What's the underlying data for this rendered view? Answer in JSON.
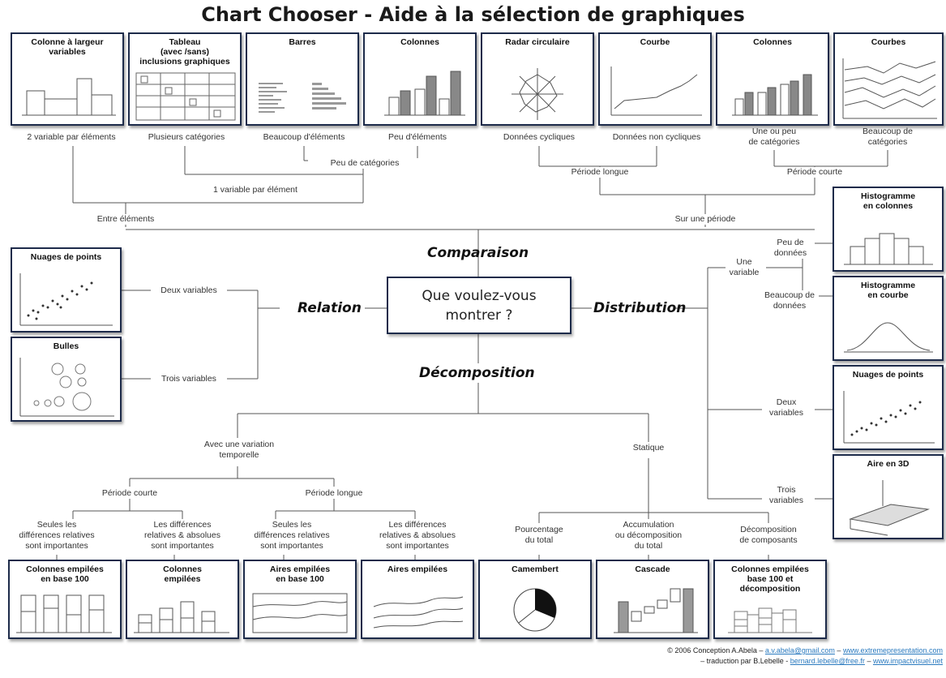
{
  "title": "Chart Chooser  - Aide à la sélection de graphiques",
  "center": {
    "line1": "Que voulez-vous",
    "line2": "montrer ?"
  },
  "hubs": {
    "comparison": "Comparaison",
    "relation": "Relation",
    "distribution": "Distribution",
    "composition": "Décomposition"
  },
  "top_cards": {
    "c1": "Colonne à largeur variables",
    "c2a": "Tableau",
    "c2b": "(avec /sans)",
    "c2c": "inclusions graphiques",
    "c3": "Barres",
    "c4": "Colonnes",
    "c5": "Radar circulaire",
    "c6": "Courbe",
    "c7": "Colonnes",
    "c8": "Courbes"
  },
  "top_labels": {
    "l1": "2 variable par éléments",
    "l2": "Plusieurs catégories",
    "l3": "Beaucoup d'éléments",
    "l4": "Peu d'éléments",
    "l5": "Données cycliques",
    "l6": "Données non cycliques",
    "l7a": "Une ou peu",
    "l7b": "de catégories",
    "l8a": "Beaucoup de",
    "l8b": "catégories",
    "few_cat": "Peu de catégories",
    "long_period": "Période longue",
    "short_period": "Période courte",
    "one_var": "1 variable par élément",
    "between": "Entre éléments",
    "over_time": "Sur une période"
  },
  "relation": {
    "card1": "Nuages de points",
    "card2": "Bulles",
    "two_vars": "Deux variables",
    "three_vars": "Trois variables"
  },
  "distribution": {
    "card1a": "Histogramme",
    "card1b": "en colonnes",
    "card2a": "Histogramme",
    "card2b": "en courbe",
    "card3": "Nuages de points",
    "card4": "Aire en 3D",
    "one_var_a": "Une",
    "one_var_b": "variable",
    "few_data_a": "Peu de",
    "few_data_b": "données",
    "many_data_a": "Beaucoup de",
    "many_data_b": "données",
    "two_vars_a": "Deux",
    "two_vars_b": "variables",
    "three_vars_a": "Trois",
    "three_vars_b": "variables"
  },
  "composition": {
    "temporal_a": "Avec une variation",
    "temporal_b": "temporelle",
    "static": "Statique",
    "short_period": "Période courte",
    "long_period": "Période longue",
    "rel_only_a": "Seules les",
    "rel_only_b": "différences relatives",
    "rel_only_c": "sont importantes",
    "relabs_a": "Les différences",
    "relabs_b": "relatives & absolues",
    "relabs_c": "sont importantes",
    "rel_only2_a": "Seules les",
    "rel_only2_b": "différences relatives",
    "rel_only2_c": "sont importantes",
    "relabs2_a": "Les différences",
    "relabs2_b": "relatives & absolues",
    "relabs2_c": "sont importantes",
    "pct_a": "Pourcentage",
    "pct_b": "du total",
    "accum_a": "Accumulation",
    "accum_b": "ou décomposition",
    "accum_c": "du total",
    "comp_a": "Décomposition",
    "comp_b": "de composants",
    "card1a": "Colonnes empilées",
    "card1b": "en base 100",
    "card2a": "Colonnes",
    "card2b": "empilées",
    "card3a": "Aires empilées",
    "card3b": "en base 100",
    "card4": "Aires empilées",
    "card5": "Camembert",
    "card6": "Cascade",
    "card7a": "Colonnes empilées",
    "card7b": "base 100 et",
    "card7c": "décomposition"
  },
  "credits": {
    "line1_text": "© 2006 Conception A.Abela – ",
    "line1_email": "a.v.abela@gmail.com",
    "line1_sep": " – ",
    "line1_site": "www.extremepresentation.com",
    "line2_text": "– traduction par B.Lebelle - ",
    "line2_email": "bernard.lebelle@free.fr",
    "line2_sep": " – ",
    "line2_site": "www.impactvisuel.net"
  },
  "colors": {
    "frame": "#1d2b4a",
    "link": "#2a7abf",
    "bar_fill": "#888888"
  }
}
